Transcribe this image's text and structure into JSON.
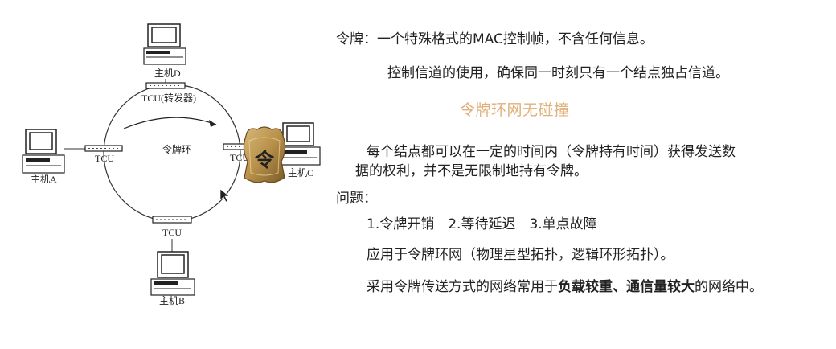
{
  "diagram": {
    "ring_label": "令牌环",
    "top_tcu_label": "TCU(转发器)",
    "left_tcu_label": "TCU",
    "right_tcu_label": "TCU",
    "bottom_tcu_label": "TCU",
    "hosts": {
      "a": "主机A",
      "b": "主机B",
      "c": "主机C",
      "d": "主机D"
    },
    "token_glyph": "令"
  },
  "content": {
    "token_definition": "令牌：一个特殊格式的MAC控制帧，不含任何信息。",
    "token_purpose": "控制信道的使用，确保同一时刻只有一个结点独占信道。",
    "no_collision": "令牌环网无碰撞",
    "holding_line1": "每个结点都可以在一定的时间内（令牌持有时间）获得发送数",
    "holding_line2": "据的权利，并不是无限制地持有令牌。",
    "problems_label": "问题：",
    "problems_list": "1.令牌开销　2.等待延迟　3.单点故障",
    "application": "应用于令牌环网（物理星型拓扑，逻辑环形拓扑）。",
    "usage_prefix": "采用令牌传送方式的网络常用于",
    "usage_bold": "负载较重、通信量较大",
    "usage_suffix": "的网络中。"
  },
  "colors": {
    "highlight": "#e0b07a",
    "token_gold": "#b8904a"
  }
}
